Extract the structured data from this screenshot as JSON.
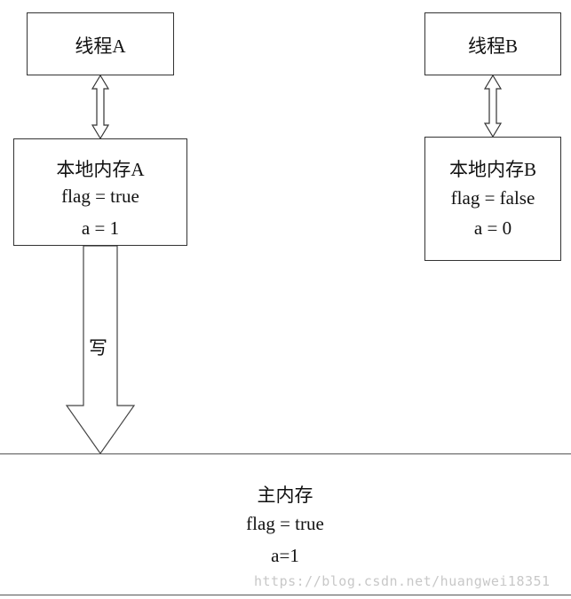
{
  "thread_a": {
    "label": "线程A"
  },
  "thread_b": {
    "label": "线程B"
  },
  "local_a": {
    "title": "本地内存A",
    "flag": "flag = true",
    "a": "a = 1"
  },
  "local_b": {
    "title": "本地内存B",
    "flag": "flag = false",
    "a": "a = 0"
  },
  "write_arrow": {
    "label": "写"
  },
  "main_memory": {
    "title": "主内存",
    "flag": "flag = true",
    "a": "a=1"
  },
  "watermark": "https://blog.csdn.net/huangwei18351",
  "colors": {
    "stroke": "#333333",
    "watermark": "#c8c8c8"
  }
}
